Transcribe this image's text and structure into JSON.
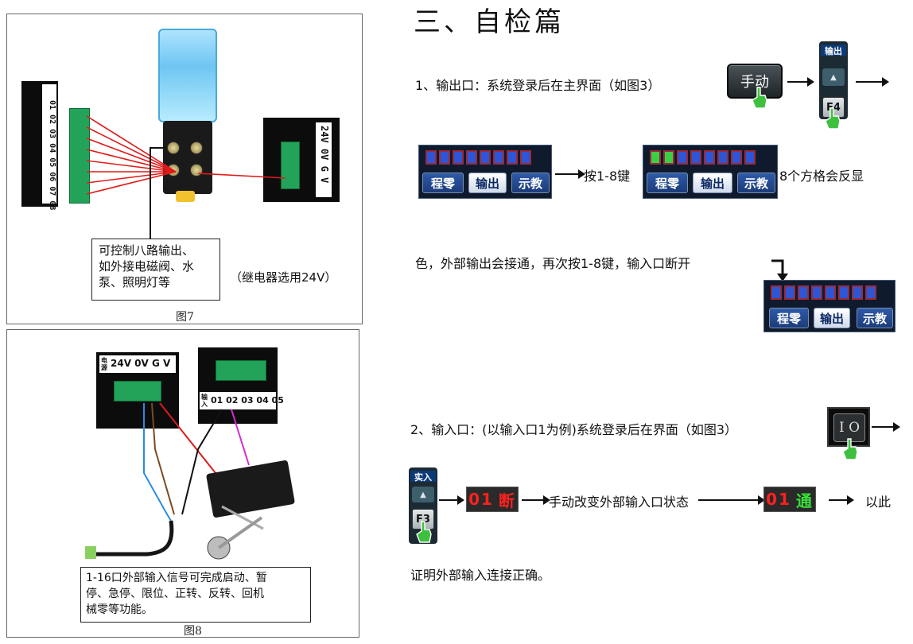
{
  "heading": "三、自检篇",
  "fig7": {
    "caption": "图7",
    "note": "可控制八路输出、如外接电磁阀、水泵、照明灯等",
    "note_lines": [
      "可控制八路输出、",
      "如外接电磁阀、水",
      "泵、照明灯等"
    ],
    "relay_note": "（继电器选用24V）",
    "left_labels": "01 02 03 04 05 06 07 08",
    "right_labels": "24V 0V G V"
  },
  "fig8": {
    "caption": "图8",
    "note_lines": [
      "1-16口外部输入信号可完成启动、暂",
      "停、急停、限位、正转、反转、回机",
      "械零等功能。"
    ],
    "power_labels": "24V 0V G V",
    "input_labels": "01 02 03 04 05",
    "power_prefix": "电源",
    "input_prefix": "输入"
  },
  "step1": {
    "text": "1、输出口：系统登录后在主界面（如图3）",
    "manual_button": "手动",
    "key_header": "输出",
    "key_up": "▲",
    "key_label": "F4",
    "press_text": "按1-8键",
    "result_text": "8个方格会反显",
    "continue_text": "色，外部输出会接通，再次按1-8键，输入口断开"
  },
  "panel": {
    "tabs": [
      "程零",
      "输出",
      "示教"
    ]
  },
  "step2": {
    "text": "2、输入口：(以输入口1为例)系统登录后在界面（如图3）",
    "io_key": "I O",
    "key_header": "实入",
    "key_up": "▲",
    "key_label": "F3",
    "status_off": "01 断",
    "status_off_num": "01",
    "status_off_word": "断",
    "change_text": "手动改变外部输入口状态",
    "status_on_num": "01",
    "status_on_word": "通",
    "tail_text": "以此",
    "conclusion": "证明外部输入连接正确。"
  },
  "colors": {
    "wire_red": "#e01a1a",
    "status_red": "#ff2020",
    "status_green": "#38e038",
    "cell_blue": "#2d56d6",
    "cell_green": "#39d046"
  }
}
